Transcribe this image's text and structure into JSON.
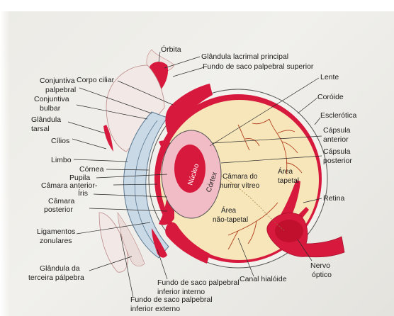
{
  "labels": {
    "orbita": "Órbita",
    "glandula_lacrimal": "Glândula lacrimal principal",
    "fundo_saco_superior": "Fundo de saco palpebral superior",
    "corpo_ciliar": "Corpo ciliar",
    "conjuntiva_palpebral_1": "Conjuntiva",
    "conjuntiva_palpebral_2": "palpebral",
    "conjuntiva_bulbar_1": "Conjuntiva",
    "conjuntiva_bulbar_2": "bulbar",
    "glandula_tarsal_1": "Glândula",
    "glandula_tarsal_2": "tarsal",
    "cilios": "Cílios",
    "limbo": "Limbo",
    "cornea": "Córnea",
    "pupila": "Pupila",
    "camara_anterior": "Câmara anterior-",
    "iris": "Íris",
    "camara_posterior_1": "Câmara",
    "camara_posterior_2": "posterior",
    "ligamentos_1": "Ligamentos",
    "ligamentos_2": "zonulares",
    "glandula_terceira_1": "Glândula da",
    "glandula_terceira_2": "terceira pálpebra",
    "fundo_inferior_externo_1": "Fundo de saco palpebral",
    "fundo_inferior_externo_2": "inferior externo",
    "fundo_inferior_interno_1": "Fundo de saco palpebral",
    "fundo_inferior_interno_2": "inferior interno",
    "canal_hialoide": "Canal hialóide",
    "nervo_optico_1": "Nervo",
    "nervo_optico_2": "óptico",
    "retina": "Retina",
    "area_tapetal_1": "Área",
    "area_tapetal_2": "tapetal",
    "area_nao_tapetal_1": "Área",
    "area_nao_tapetal_2": "não-tapetal",
    "camara_humor_1": "Câmara do",
    "camara_humor_2": "humor vítreo",
    "capsula_posterior_1": "Cápsula",
    "capsula_posterior_2": "posterior",
    "capsula_anterior_1": "Cápsula",
    "capsula_anterior_2": "anterior",
    "esclerotica": "Esclerótica",
    "coroide": "Coróide",
    "lente": "Lente",
    "nucleo": "Núcleo",
    "cortex": "Córtex"
  },
  "colors": {
    "tissue_red": "#d7193d",
    "dark_red": "#a80f2c",
    "vitreous": "#f6e6ba",
    "lens_pink": "#f2bcc6",
    "cornea_blue": "#c9d9e6",
    "sclera_white": "#f3f1ed",
    "vessel": "#b3401f"
  }
}
